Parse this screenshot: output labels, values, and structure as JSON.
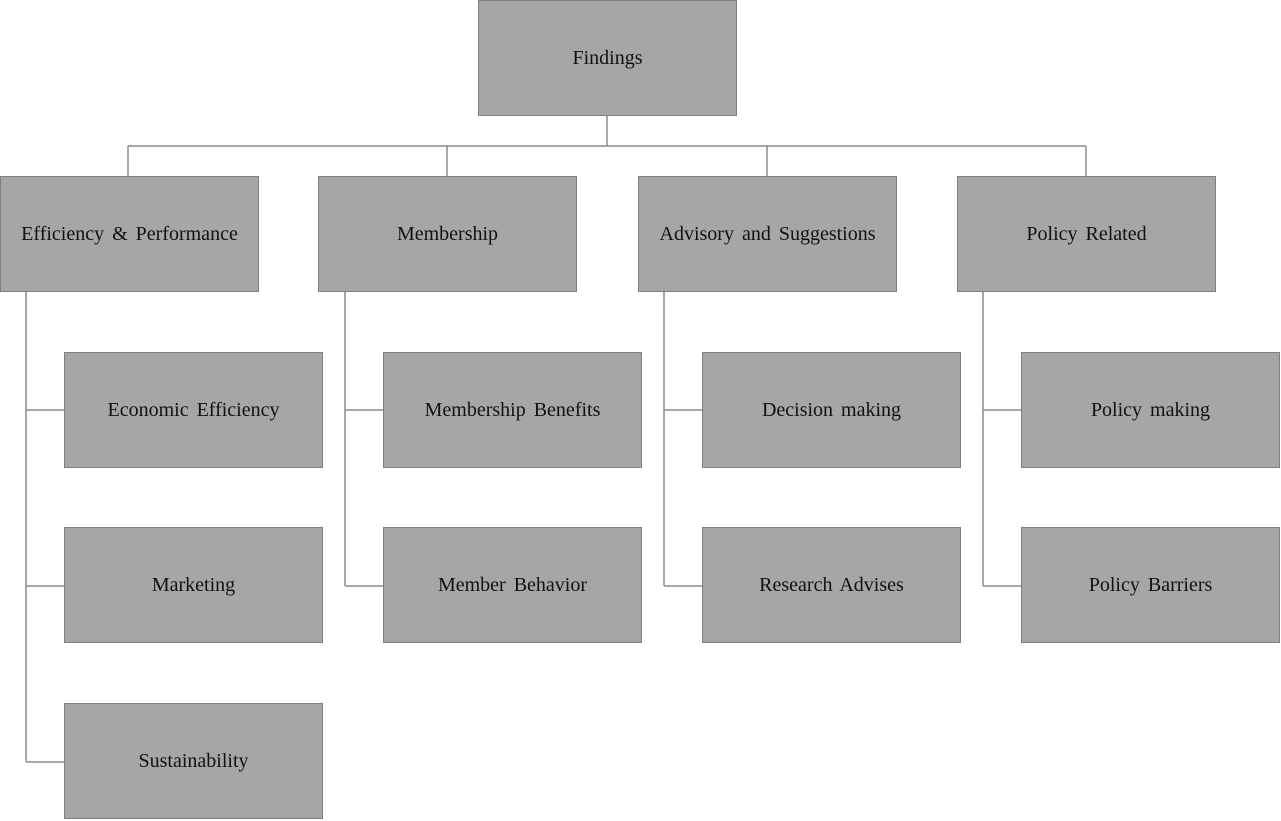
{
  "diagram": {
    "root": "Findings",
    "categories": [
      {
        "label": "Efficiency & Performance",
        "children": [
          "Economic Efficiency",
          "Marketing",
          "Sustainability"
        ]
      },
      {
        "label": "Membership",
        "children": [
          "Membership Benefits",
          "Member Behavior"
        ]
      },
      {
        "label": "Advisory and Suggestions",
        "children": [
          "Decision making",
          "Research Advises"
        ]
      },
      {
        "label": "Policy Related",
        "children": [
          "Policy making",
          "Policy Barriers"
        ]
      }
    ]
  },
  "colors": {
    "box_fill": "#a6a6a6",
    "box_border": "#7f7f7f",
    "connector": "#8c8c8c",
    "text": "#111111"
  }
}
